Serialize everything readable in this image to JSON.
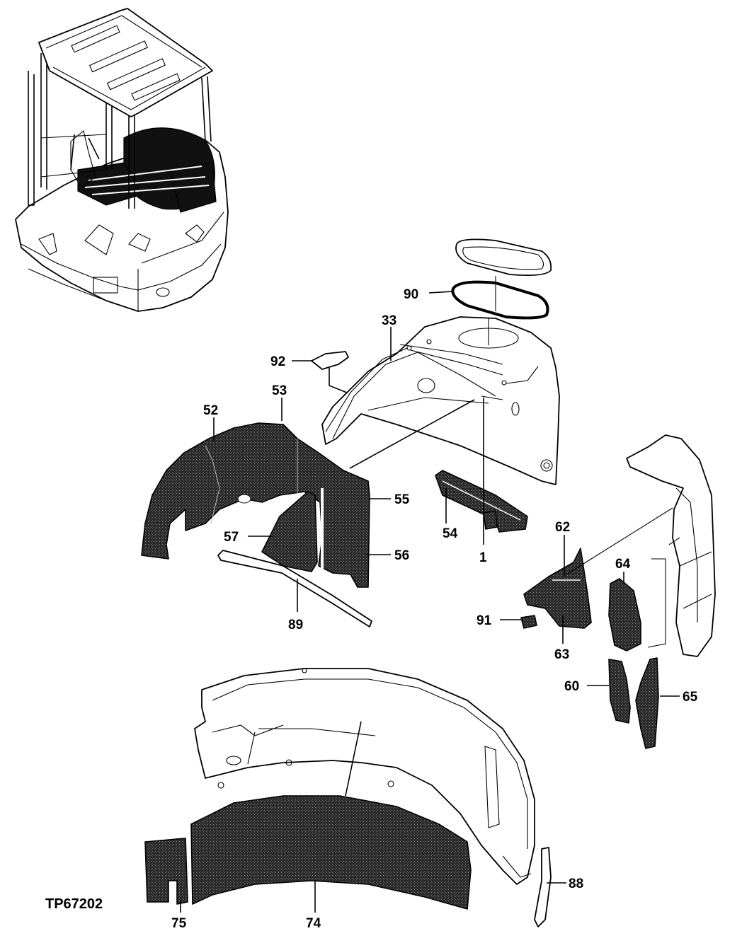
{
  "figure_id": "TP67202",
  "callouts": {
    "c1": "1",
    "c33": "33",
    "c52": "52",
    "c53": "53",
    "c54": "54",
    "c55": "55",
    "c56": "56",
    "c57": "57",
    "c60": "60",
    "c62": "62",
    "c63": "63",
    "c64": "64",
    "c65": "65",
    "c74": "74",
    "c75": "75",
    "c88": "88",
    "c89": "89",
    "c90": "90",
    "c91": "91",
    "c92": "92"
  }
}
